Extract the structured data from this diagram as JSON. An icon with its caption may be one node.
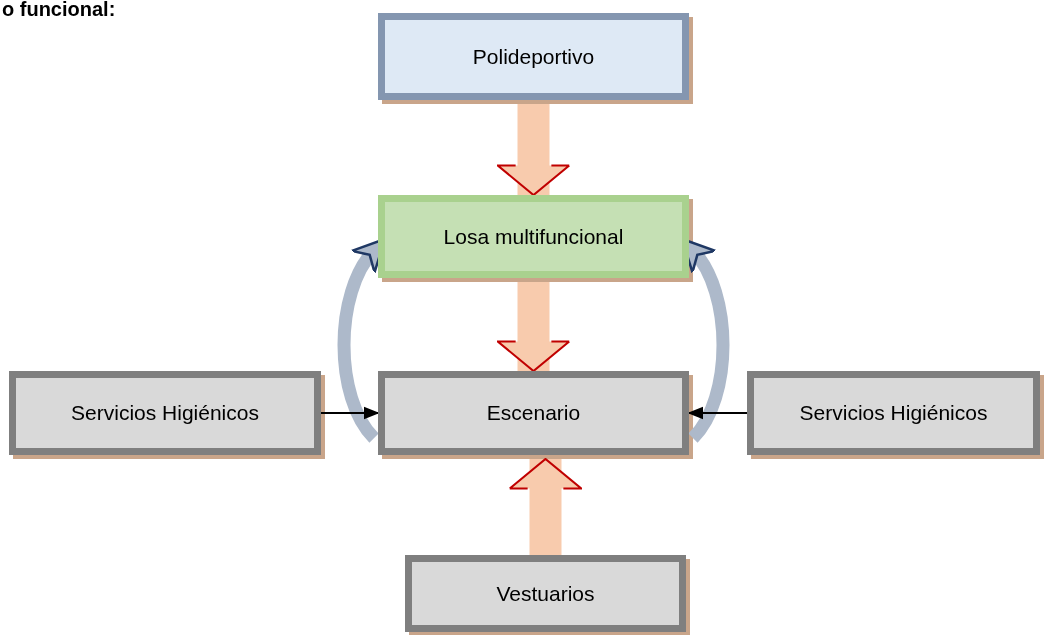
{
  "diagram": {
    "nodes": [
      {
        "text": [
          "Polideportivo"
        ]
      },
      {
        "text": [
          "Losa multifuncional"
        ]
      },
      {
        "text": [
          "Servicios Higiénicos"
        ]
      },
      {
        "text": [
          "Escenario"
        ]
      },
      {
        "text": [
          "Servicios Higiénicos"
        ]
      },
      {
        "text": [
          "Vestuarios"
        ]
      }
    ],
    "edges": [
      {
        "from": 0,
        "to": 1,
        "arrow": "to",
        "style": "thick",
        "color": "#f8cbad"
      },
      {
        "from": 1,
        "to": 3,
        "arrow": "to",
        "style": "thick",
        "color": "#f8cbad"
      },
      {
        "from": 3,
        "to": 1,
        "arrow": "to",
        "color": "#adb9ca"
      },
      {
        "from": 3,
        "to": 1,
        "arrow": "to",
        "color": "#adb9ca"
      },
      {
        "from": 2,
        "to": 3,
        "arrow": "to",
        "color": "#000000"
      },
      {
        "from": 4,
        "to": 3,
        "arrow": "to",
        "color": "#000000"
      },
      {
        "from": 5,
        "to": 3,
        "arrow": "to",
        "style": "thick",
        "color": "#f8cbad"
      }
    ],
    "labels": [
      "o funcional:"
    ]
  }
}
